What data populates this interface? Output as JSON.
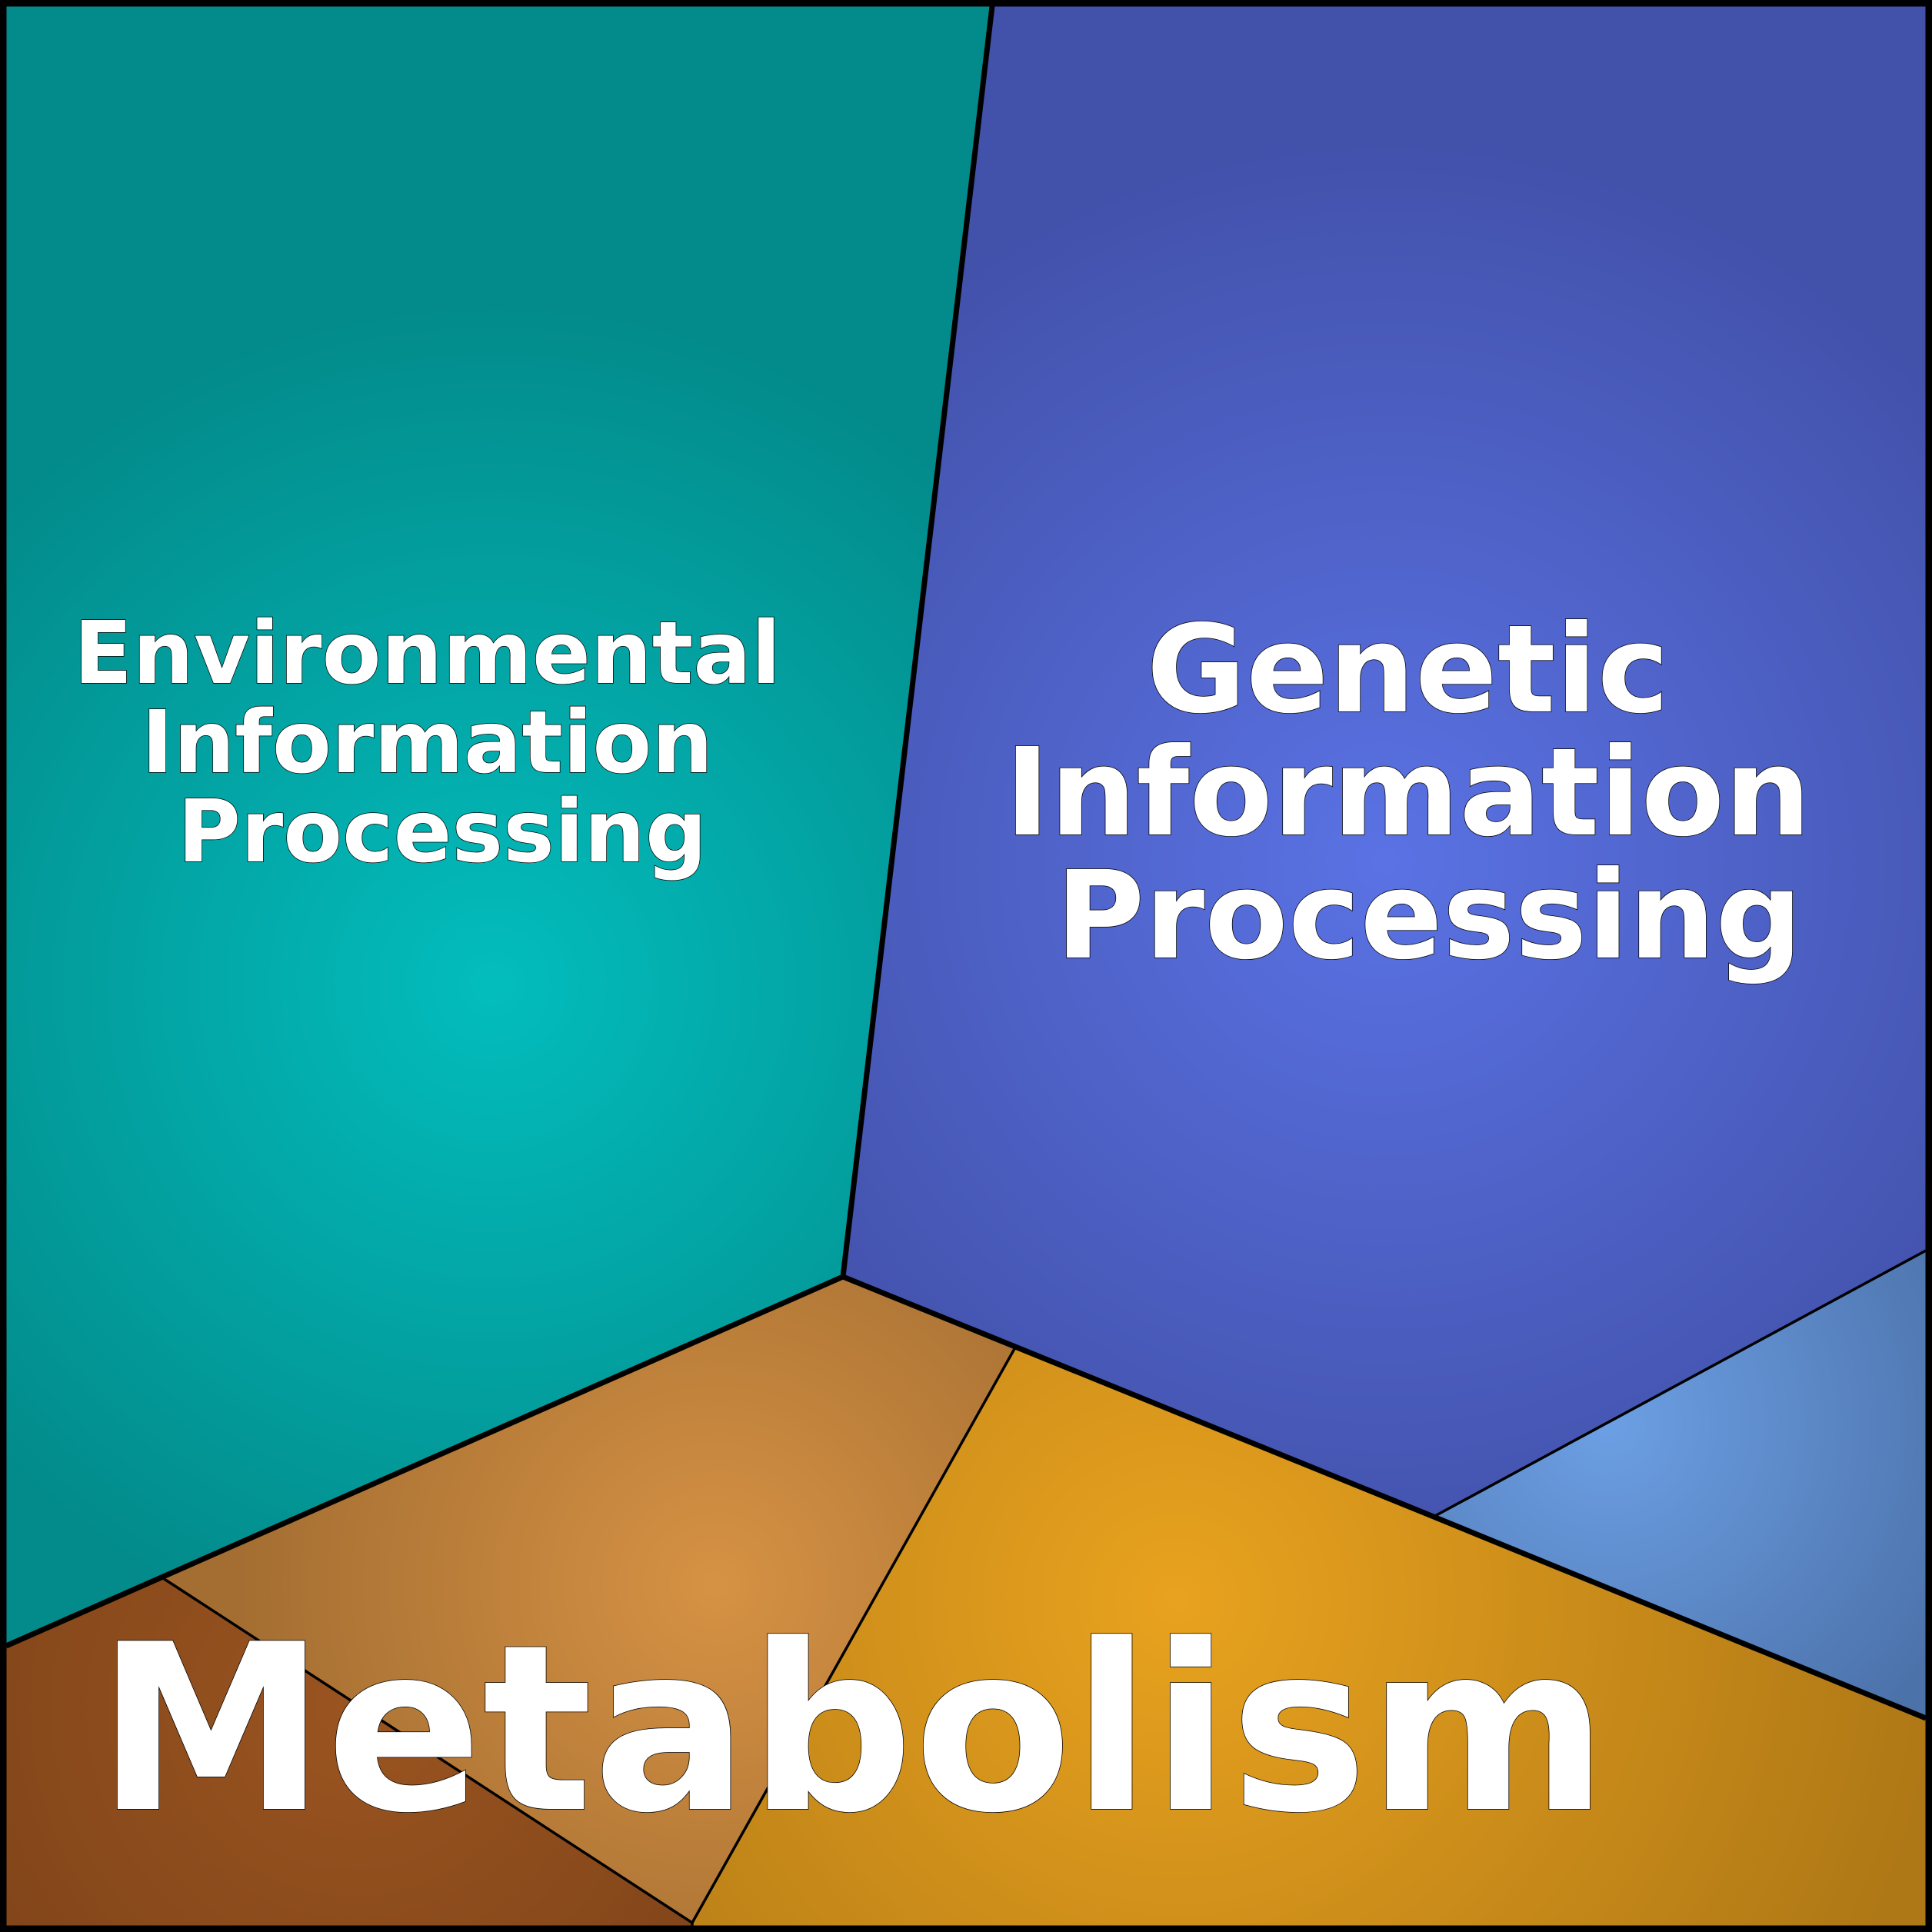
{
  "diagram": {
    "type": "voronoi-treemap",
    "cells": [
      {
        "id": "environmental",
        "label_lines": [
          "Environmental",
          "Information",
          "Processing"
        ],
        "color": "#03BDBD",
        "edge_color": "#038A8A"
      },
      {
        "id": "genetic",
        "label_lines": [
          "Genetic",
          "Information",
          "Processing"
        ],
        "color": "#5A72E4",
        "edge_color": "#4251AA"
      },
      {
        "id": "metabolism",
        "label_lines": [
          "Metabolism"
        ],
        "color": "#E8A21E",
        "edge_color": "#AF7816"
      }
    ],
    "subcells": [
      {
        "id": "metabolism-tan",
        "color": "#D69244",
        "edge_color": "#A46E32"
      },
      {
        "id": "metabolism-brown",
        "color": "#9A5420",
        "edge_color": "#83461A"
      },
      {
        "id": "genetic-lightblue",
        "color": "#6C9FE4",
        "edge_color": "#4C72AA"
      }
    ]
  }
}
